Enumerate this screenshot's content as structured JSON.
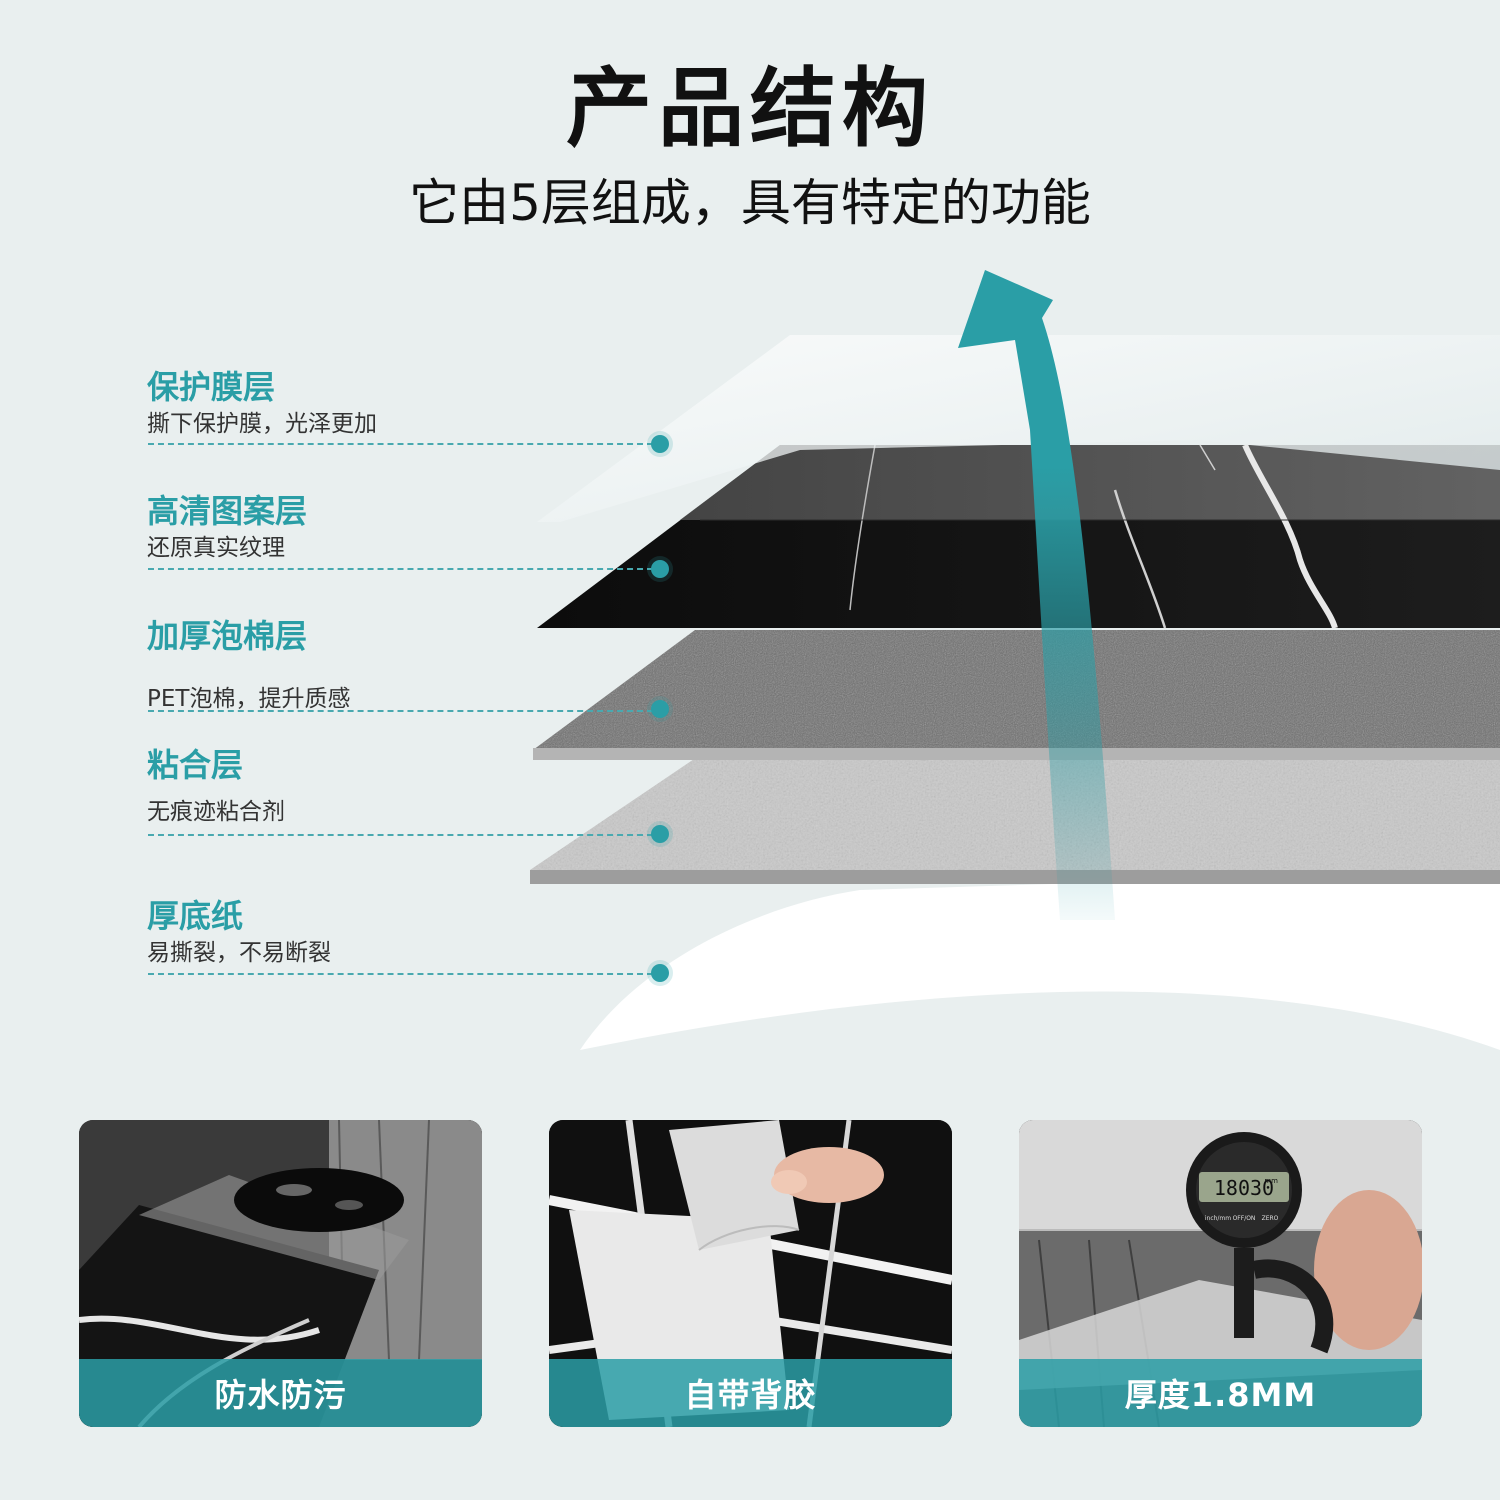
{
  "header": {
    "title": "产品结构",
    "subtitle": "它由5层组成，具有特定的功能"
  },
  "layers": [
    {
      "name": "保护膜层",
      "desc": "撕下保护膜，光泽更加"
    },
    {
      "name": "高清图案层",
      "desc": "还原真实纹理"
    },
    {
      "name": "加厚泡棉层",
      "desc": "PET泡棉，提升质感"
    },
    {
      "name": "粘合层",
      "desc": "无痕迹粘合剂"
    },
    {
      "name": "厚底纸",
      "desc": "易撕裂，不易断裂"
    }
  ],
  "features": [
    {
      "label": "防水防污"
    },
    {
      "label": "自带背胶"
    },
    {
      "label": "厚度1.8MM"
    }
  ],
  "gauge": {
    "reading": "18030",
    "unit": "mm",
    "buttons": [
      "inch/mm",
      "OFF/ON",
      "ZERO"
    ]
  },
  "colors": {
    "accent": "#2a9ea6",
    "background": "#e9efef",
    "band": "#2a9ea6"
  }
}
